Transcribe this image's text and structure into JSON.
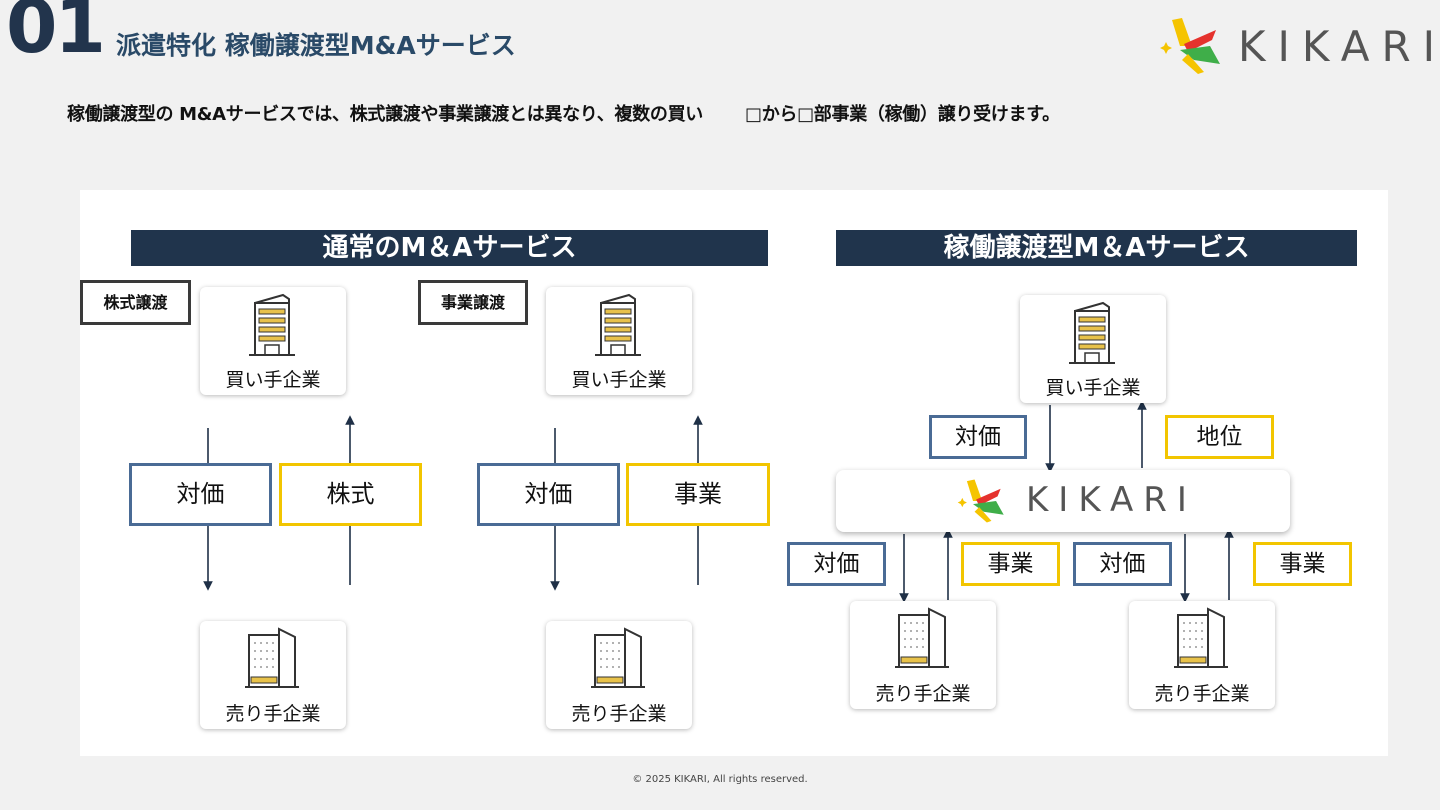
{
  "header": {
    "number": "01",
    "title": "派遣特化 稼働譲渡型M&Aサービス",
    "brand": "KIKARI"
  },
  "lead": {
    "part1": "稼働譲渡型の M&Aサービスでは、株式譲渡や事業譲渡とは異なり、複数の買い",
    "part2": "□から□部事業（稼働）譲り受けます。"
  },
  "left_section": {
    "banner": "通常のM＆Aサービス",
    "stock_transfer": {
      "tag": "株式譲渡",
      "buyer": "買い手企業",
      "seller": "売り手企業",
      "payment": "対価",
      "asset": "株式"
    },
    "business_transfer": {
      "tag": "事業譲渡",
      "buyer": "買い手企業",
      "seller": "売り手企業",
      "payment": "対価",
      "asset": "事業"
    }
  },
  "right_section": {
    "banner": "稼働譲渡型M＆Aサービス",
    "buyer": "買い手企業",
    "buyer_payment": "対価",
    "buyer_asset": "地位",
    "hub": "KIKARI",
    "seller_a": {
      "name": "売り手企業",
      "payment": "対価",
      "asset": "事業"
    },
    "seller_b": {
      "name": "売り手企業",
      "payment": "対価",
      "asset": "事業"
    }
  },
  "colors": {
    "navy": "#20344c",
    "payment_border": "#4a6b95",
    "asset_border": "#f2c500",
    "logo_yellow": "#f5c400",
    "logo_red": "#e5322d",
    "logo_green": "#3fae49"
  },
  "footer": {
    "copyright": "© 2025 KIKARI, All rights reserved."
  }
}
